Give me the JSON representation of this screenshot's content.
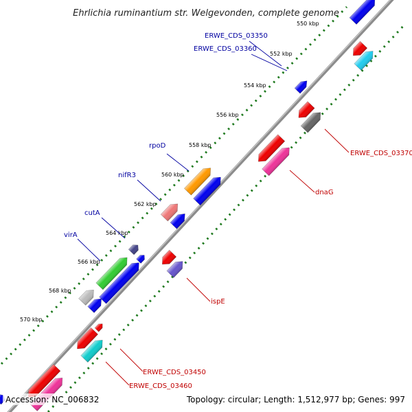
{
  "title": "Ehrlichia ruminantium str. Welgevonden, complete genome",
  "footer": {
    "accession": "Accession: NC_006832",
    "summary": "Topology: circular; Length: 1,512,977 bp; Genes: 997"
  },
  "colors": {
    "backbone": "#8c8c8c",
    "dots": "#1f7a1f",
    "fwd_label": "#0000a0",
    "rev_label": "#c00000"
  },
  "ticks": [
    {
      "label": "550 kbp"
    },
    {
      "label": "552 kbp"
    },
    {
      "label": "554 kbp"
    },
    {
      "label": "556 kbp"
    },
    {
      "label": "558 kbp"
    },
    {
      "label": "560 kbp"
    },
    {
      "label": "562 kbp"
    },
    {
      "label": "564 kbp"
    },
    {
      "label": "566 kbp"
    },
    {
      "label": "568 kbp"
    },
    {
      "label": "570 kbp"
    }
  ],
  "labels": [
    {
      "text": "ERWE_CDS_03350",
      "strand": "fwd"
    },
    {
      "text": "ERWE_CDS_03360",
      "strand": "fwd"
    },
    {
      "text": "rpoD",
      "strand": "fwd"
    },
    {
      "text": "nifR3",
      "strand": "fwd"
    },
    {
      "text": "cutA",
      "strand": "fwd"
    },
    {
      "text": "virA",
      "strand": "fwd"
    },
    {
      "text": "ERWE_CDS_03370",
      "strand": "rev"
    },
    {
      "text": "dnaG",
      "strand": "rev"
    },
    {
      "text": "ispE",
      "strand": "rev"
    },
    {
      "text": "ERWE_CDS_03450",
      "strand": "rev"
    },
    {
      "text": "ERWE_CDS_03460",
      "strand": "rev"
    }
  ],
  "feature_colors": {
    "blue": "#0000ee",
    "red": "#ee0000",
    "cyan": "#22ccee",
    "grey": "#666666",
    "pink": "#ee3399",
    "orange": "#ff9900",
    "salmon": "#ee7777",
    "navy": "#444488",
    "purple": "#6655cc",
    "green": "#33cc33",
    "lightgrey": "#bbbbbb",
    "teal": "#11cccc"
  }
}
